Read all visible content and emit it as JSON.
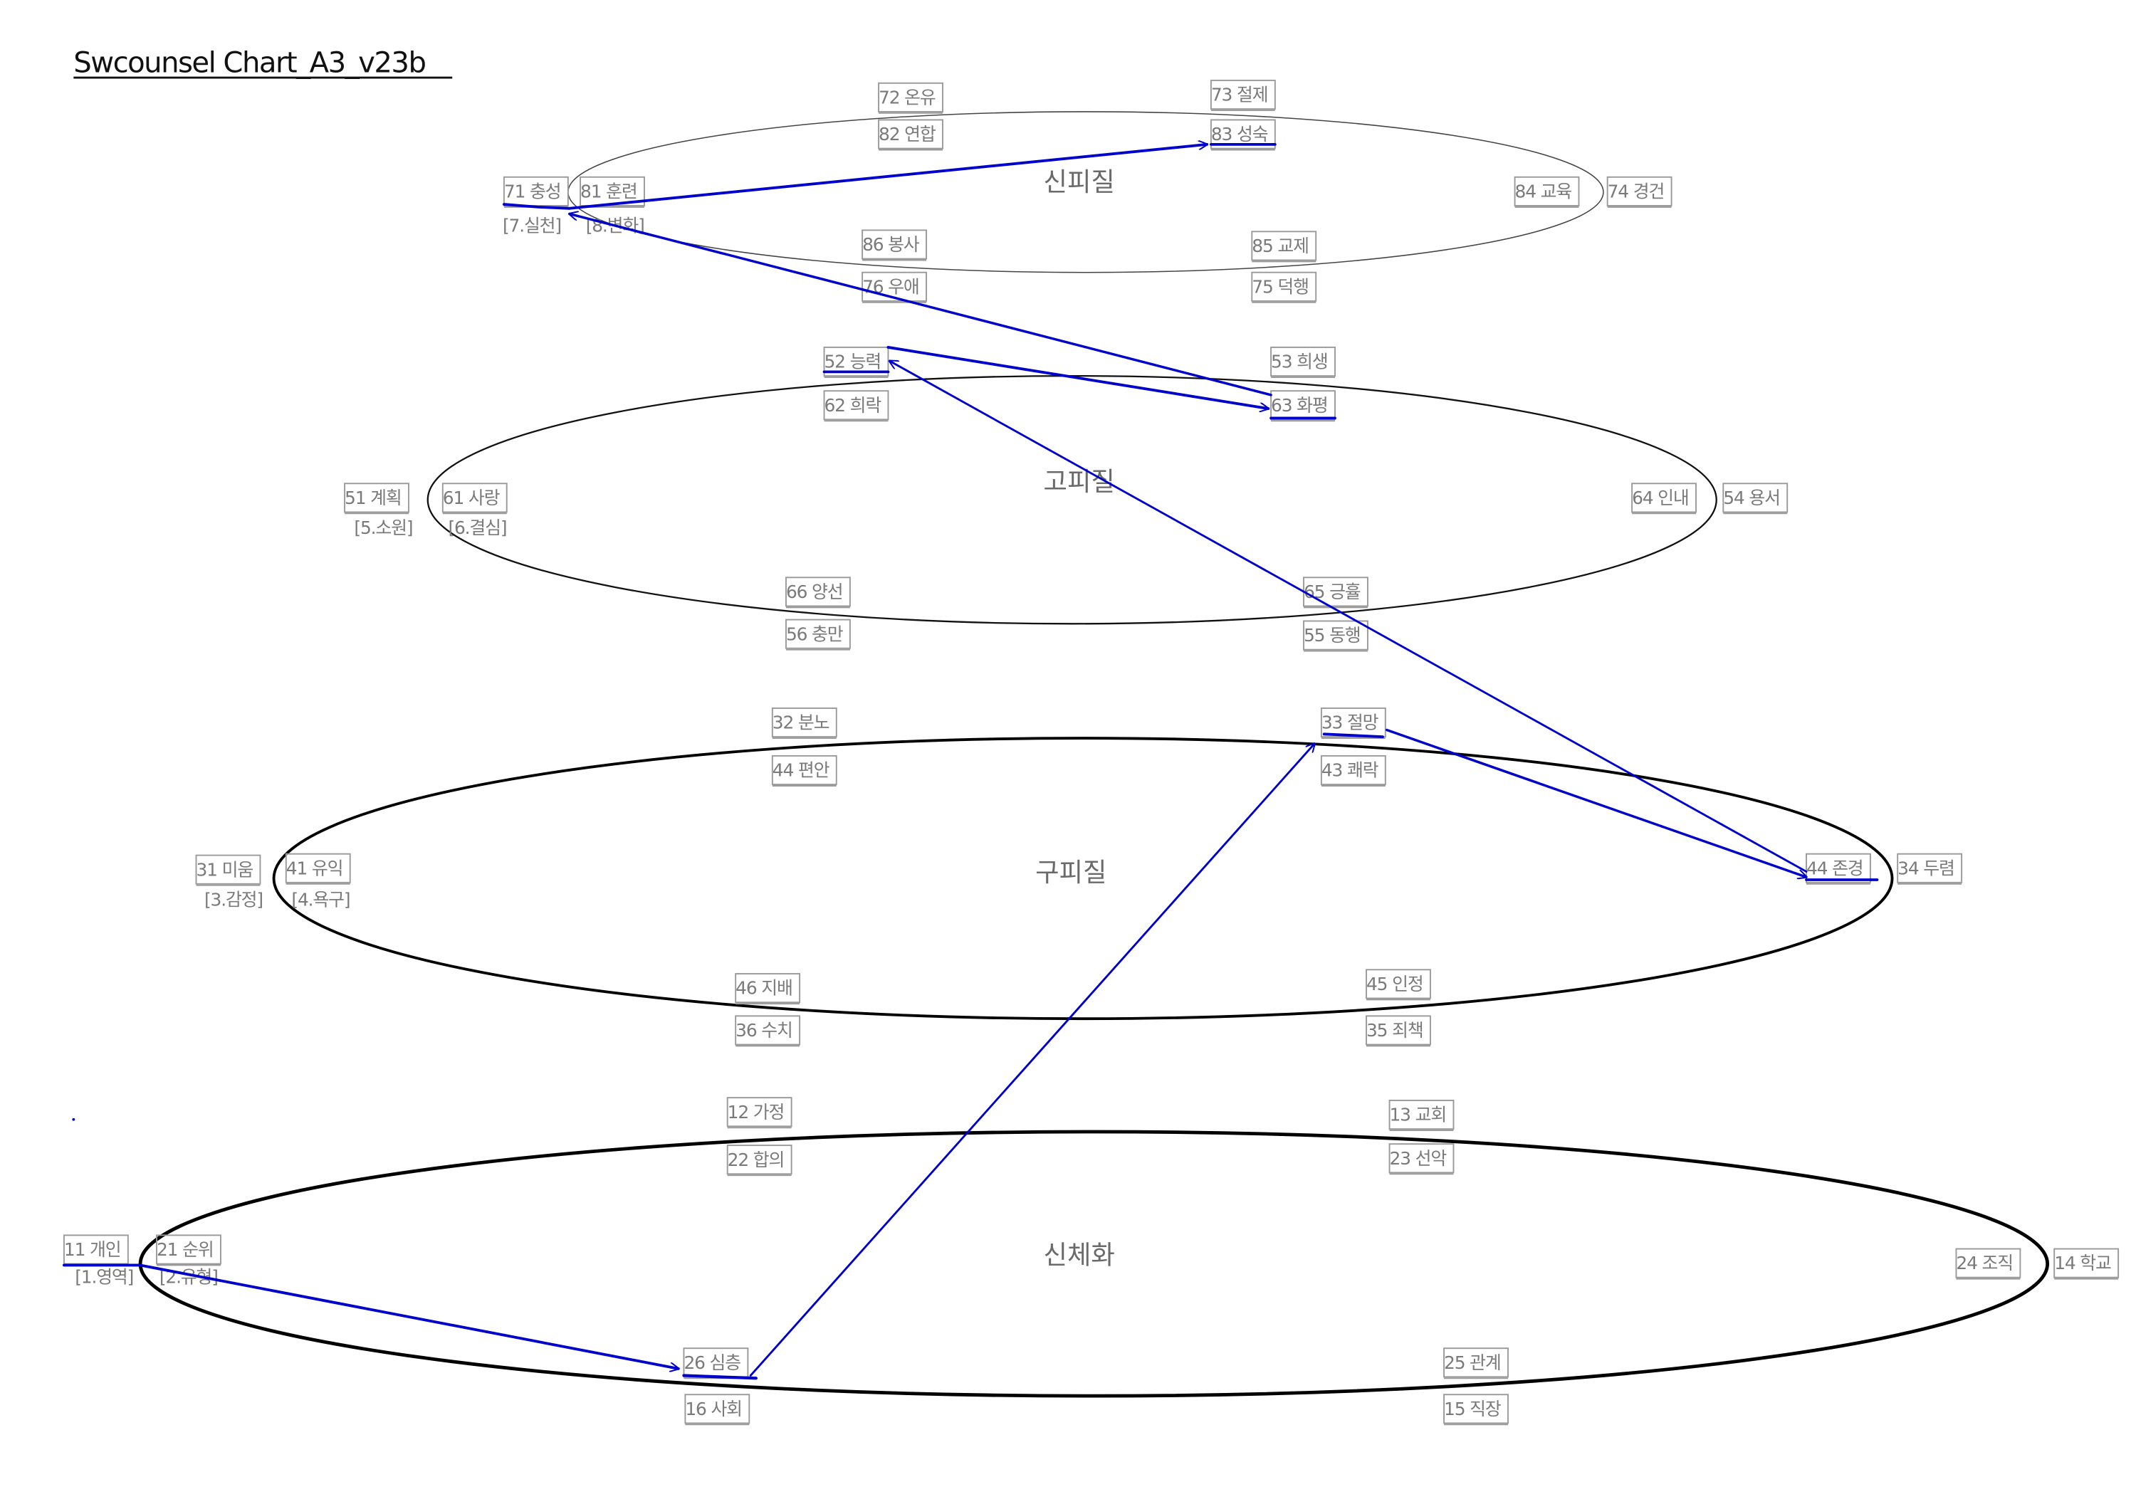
{
  "title": "Swcounsel Chart_A3_v23b",
  "groups": [
    {
      "name": "신피질",
      "nodes": [
        "72 온유",
        "73 절제",
        "82 연합",
        "83 성숙",
        "71 충성",
        "81 훈련",
        "84 교육",
        "74 경건",
        "86 봉사",
        "85 교제",
        "76 우애",
        "75 덕행"
      ],
      "sublabels": [
        "[7.실천]",
        "[8.변화]"
      ]
    },
    {
      "name": "고피질",
      "nodes": [
        "52 능력",
        "53 희생",
        "62 희락",
        "63 화평",
        "51 계획",
        "61 사랑",
        "64 인내",
        "54 용서",
        "66 양선",
        "65 긍휼",
        "56 충만",
        "55 동행"
      ],
      "sublabels": [
        "[5.소원]",
        "[6.결심]"
      ]
    },
    {
      "name": "구피질",
      "nodes": [
        "32 분노",
        "33 절망",
        "44 편안",
        "43 쾌락",
        "31 미움",
        "41 유익",
        "44 존경",
        "34 두렴",
        "46 지배",
        "45 인정",
        "36 수치",
        "35 죄책"
      ],
      "sublabels": [
        "[3.감정]",
        "[4.욕구]"
      ]
    },
    {
      "name": "신체화",
      "nodes": [
        "12 가정",
        "13 교회",
        "22 합의",
        "23 선악",
        "11 개인",
        "21 순위",
        "24 조직",
        "14 학교",
        "26 심층",
        "25 관계",
        "16 사회",
        "15 직장"
      ],
      "sublabels": [
        "[1.영역]",
        "[2.유형]"
      ]
    }
  ],
  "colors": {
    "path": "#0000cc",
    "label": "#7a7a7a",
    "box": "#9a9a9a"
  }
}
